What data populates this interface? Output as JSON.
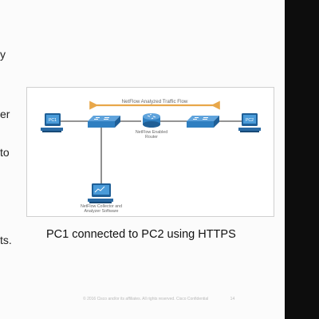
{
  "slide": {
    "text_fragments": [
      "y",
      "er",
      "to",
      "ts."
    ],
    "caption": "PC1 connected to PC2 using HTTPS",
    "footer": "© 2016 Cisco and/or its affiliates. All rights reserved. Cisco Confidential",
    "page_number": "14"
  },
  "diagram": {
    "traffic_label": "NetFlow Analyzed Traffic Flow",
    "pc1_label": "PC1",
    "pc2_label": "PC2",
    "router_label_line1": "NetFlow Enabled",
    "router_label_line2": "Router",
    "collector_label_line1": "NetFlow Collector and",
    "collector_label_line2": "Analyzer Software"
  },
  "colors": {
    "device_blue": "#2f7fc1",
    "arrow_orange": "#e8a74a"
  }
}
